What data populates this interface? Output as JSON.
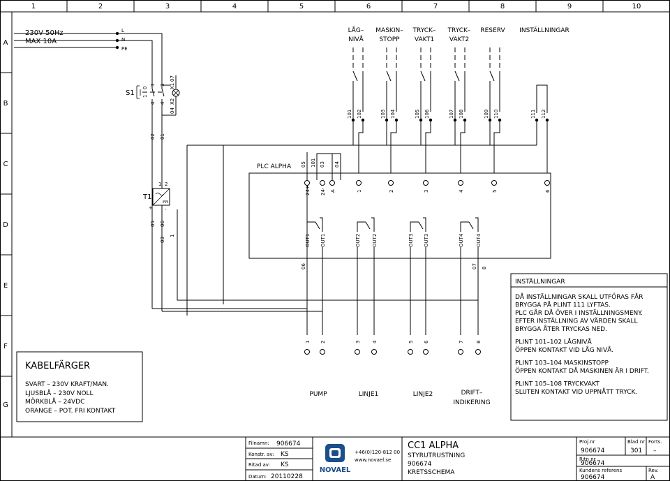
{
  "grid": {
    "columns": [
      "1",
      "2",
      "3",
      "4",
      "5",
      "6",
      "7",
      "8",
      "9",
      "10"
    ],
    "rows": [
      "A",
      "B",
      "C",
      "D",
      "E",
      "F",
      "G"
    ]
  },
  "supply": {
    "line1": "230V 50Hz",
    "line2": "MAX 10A",
    "conductors": [
      "L",
      "N",
      "PE"
    ]
  },
  "switch": {
    "tag": "S1",
    "pos0": "0",
    "pos1": "1",
    "pin3a": "3",
    "pin3b": "3",
    "pin4a": "4",
    "pin4b": "4"
  },
  "lamp": {
    "pinX1": "X1",
    "pinX2": "X2",
    "wire07": "07",
    "wire04": "04"
  },
  "wires": {
    "w02": "02",
    "w01": "01",
    "w05": "05",
    "w06": "06",
    "w03": "03",
    "w1": "1",
    "w06b": "06",
    "w07b": "07",
    "w8": "8"
  },
  "plc": {
    "label": "PLC ALPHA",
    "top_wires": [
      "05",
      "101",
      "03",
      "04"
    ],
    "power_terminals": [
      "24+",
      "24-"
    ],
    "input_terminals": [
      "A",
      "1",
      "2",
      "3",
      "4",
      "5",
      "6"
    ],
    "outputs": [
      "OUT1",
      "OUT1",
      "OUT2",
      "OUT2",
      "OUT3",
      "OUT3",
      "OUT4",
      "OUT4"
    ]
  },
  "transformer": {
    "tag": "T1",
    "pin1": "1",
    "pin2": "2",
    "plus": "+",
    "minus": "-"
  },
  "sensors": [
    {
      "name": "LÅG-\nNIVÅ",
      "l1": "LÅG–",
      "l2": "NIVÅ",
      "pins": [
        "101",
        "102"
      ]
    },
    {
      "l1": "MASKIN–",
      "l2": "STOPP",
      "pins": [
        "103",
        "104"
      ]
    },
    {
      "l1": "TRYCK–",
      "l2": "VAKT1",
      "pins": [
        "105",
        "106"
      ]
    },
    {
      "l1": "TRYCK–",
      "l2": "VAKT2",
      "pins": [
        "107",
        "108"
      ]
    },
    {
      "l1": "RESERV",
      "l2": "",
      "pins": [
        "109",
        "110"
      ]
    },
    {
      "l1": "INSTÄLLNINGAR",
      "l2": "",
      "pins": [
        "111",
        "112"
      ]
    }
  ],
  "output_terminals": [
    "1",
    "2",
    "3",
    "4",
    "5",
    "6",
    "7",
    "8"
  ],
  "output_labels": [
    {
      "l1": "PUMP",
      "l2": ""
    },
    {
      "l1": "LINJE1",
      "l2": ""
    },
    {
      "l1": "LINJE2",
      "l2": ""
    },
    {
      "l1": "DRIFT–",
      "l2": "INDIKERING"
    }
  ],
  "cable_colors": {
    "title": "KABELFÄRGER",
    "lines": [
      "SVART – 230V KRAFT/MAN.",
      "LJUSBLÅ – 230V NOLL",
      "MÖRKBLÅ – 24VDC",
      "ORANGE – POT. FRI KONTAKT"
    ]
  },
  "settings_note": {
    "title": "INSTÄLLNINGAR",
    "lines": [
      "DÅ INSTÄLLNINGAR SKALL UTFÖRAS FÅR",
      "BRYGGA PÅ PLINT 111 LYFTAS.",
      "PLC GÅR DÅ ÖVER I INSTÄLLNINGSMENY.",
      "EFTER INSTÄLLNING AV VÄRDEN SKALL",
      "BRYGGA ÅTER TRYCKAS NED.",
      "",
      "PLINT 101–102 LÅGNIVÅ",
      "ÖPPEN KONTAKT VID LÅG NIVÅ.",
      "",
      "PLINT 103–104 MASKINSTOPP",
      "ÖPPEN KONTAKT DÅ MASKINEN ÄR I DRIFT.",
      "",
      "PLINT 105–108 TRYCKVAKT",
      "SLUTEN KONTAKT VID UPPNÅTT TRYCK."
    ]
  },
  "title_block": {
    "filnamn_label": "Filnamn:",
    "filnamn": "906674",
    "konstr_label": "Konstr. av:",
    "konstr": "KS",
    "ritad_label": "Ritad av:",
    "ritad": "KS",
    "datum_label": "Datum:",
    "datum": "20110228",
    "company": "NOVAEL",
    "phone": "+46(0)120-812 00",
    "web": "www.novael.se",
    "title": "CC1 ALPHA",
    "desc1": "STYRUTRUSTNING",
    "desc2": "906674",
    "desc3": "KRETSSCHEMA",
    "projnr_label": "Proj.nr",
    "projnr": "906674",
    "blad_label": "Blad nr",
    "blad": "301",
    "forts_label": "Forts.",
    "forts": "–",
    "ritnr_label": "Ritn nr",
    "ritnr": "906674",
    "kundref_label": "Kundens referens",
    "kundref": "906674",
    "rev_label": "Rev.",
    "rev": "A"
  }
}
